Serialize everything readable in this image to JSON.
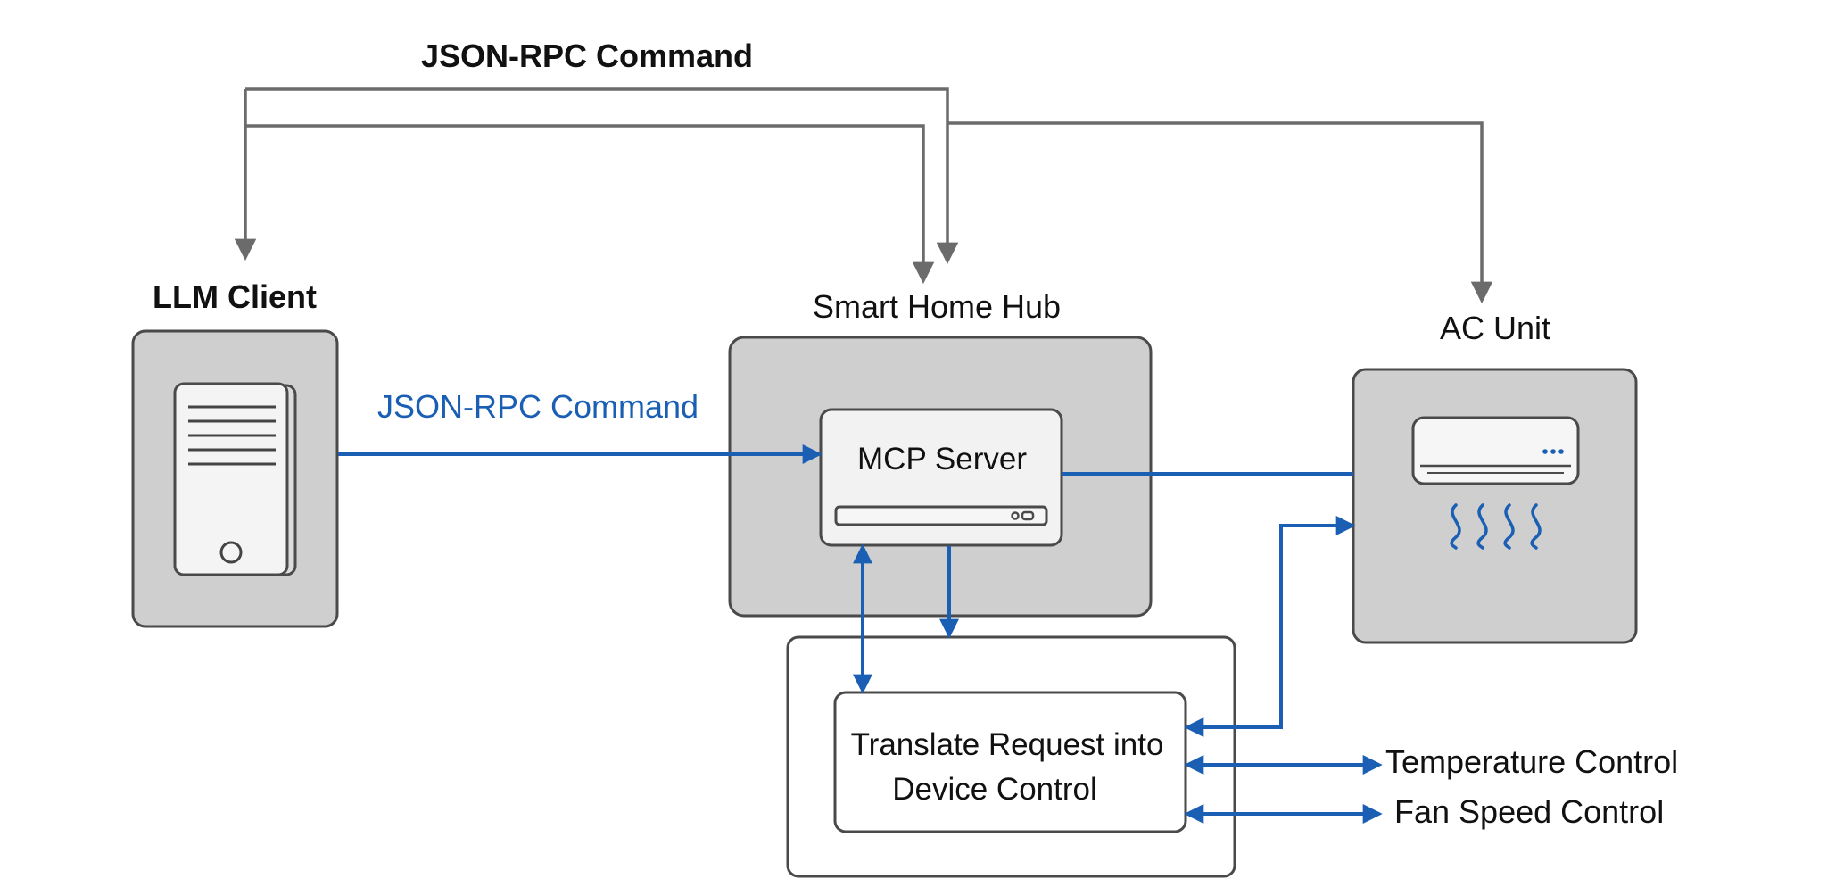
{
  "colors": {
    "connector_gray": "#6b6b6b",
    "connector_blue": "#1a5fb4",
    "node_fill": "#cfcfcf",
    "node_border": "#4a4a4a"
  },
  "top_label": "JSON-RPC Command",
  "nodes": {
    "llm_client": {
      "label": "LLM Client",
      "icon": "server-tower-icon"
    },
    "smart_home_hub": {
      "label": "Smart Home Hub"
    },
    "mcp_server": {
      "label": "MCP Server",
      "icon": "rack-server-icon"
    },
    "ac_unit": {
      "label": "AC Unit",
      "icon": "air-conditioner-icon"
    },
    "translate": {
      "label_line1": "Translate Request into",
      "label_line2": "Device Control"
    }
  },
  "edges": {
    "client_to_server_label": "JSON-RPC Command",
    "temperature_control": "Temperature Control",
    "fan_speed_control": "Fan Speed Control"
  }
}
